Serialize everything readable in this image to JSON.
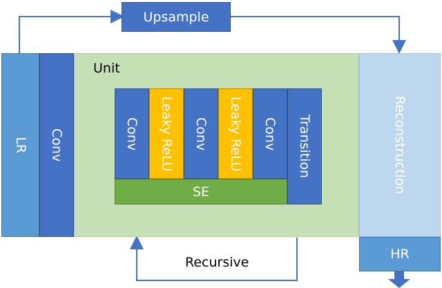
{
  "blocks": {
    "lr": "LR",
    "conv_in": "Conv",
    "unit": "Unit",
    "conv1": "Conv",
    "leaky1": "Leaky ReLU",
    "conv2": "Conv",
    "leaky2": "Leaky ReLU",
    "conv3": "Conv",
    "transition": "Transition",
    "se": "SE",
    "reconstruction": "Reconstruction",
    "hr": "HR",
    "upsample": "Upsample",
    "recursive": "Recursive"
  },
  "colors": {
    "dark_blue": "#4472c4",
    "mid_blue": "#5b9bd5",
    "light_blue": "#bdd7ee",
    "unit_green": "#c5e0b4",
    "se_green": "#70ad47",
    "yellow": "#ffc000",
    "arrow": "#4472c4"
  }
}
